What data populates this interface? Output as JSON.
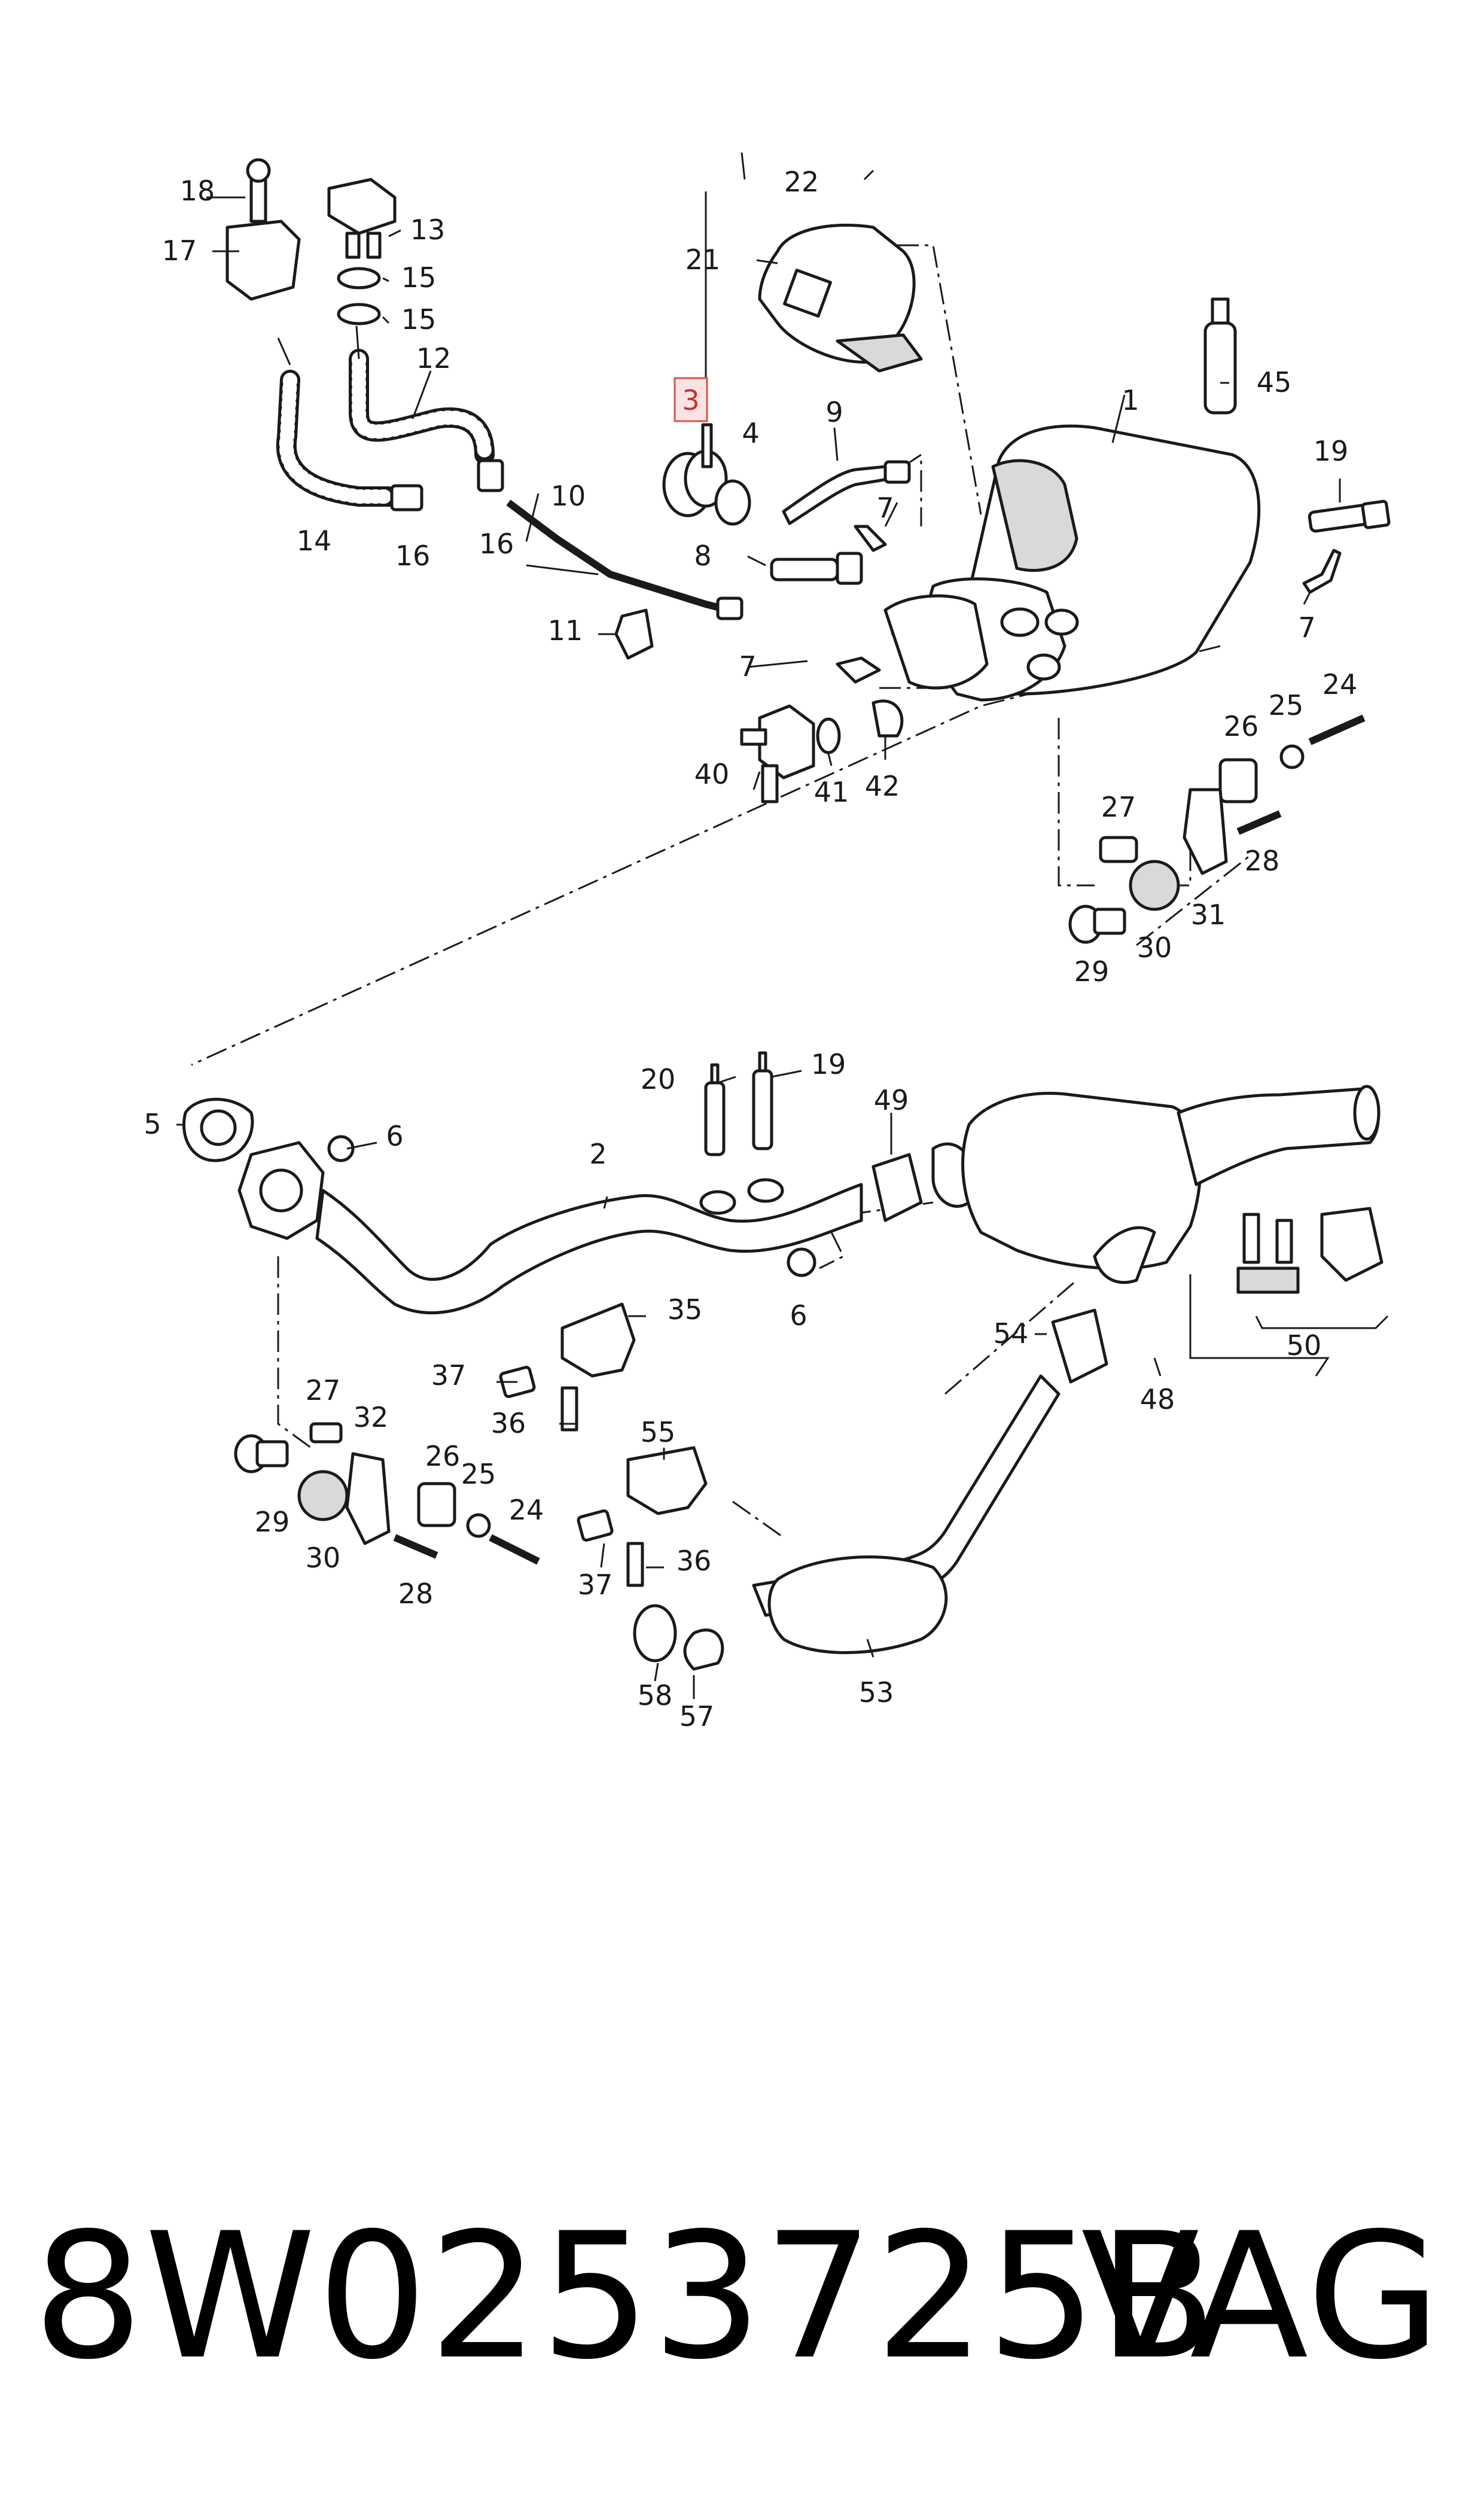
{
  "highlighted_callout": "3",
  "callouts": [
    {
      "id": "c1",
      "label": "1"
    },
    {
      "id": "c2",
      "label": "2"
    },
    {
      "id": "c3",
      "label": "3"
    },
    {
      "id": "c4",
      "label": "4"
    },
    {
      "id": "c5",
      "label": "5"
    },
    {
      "id": "c6a",
      "label": "6"
    },
    {
      "id": "c6b",
      "label": "6"
    },
    {
      "id": "c7a",
      "label": "7"
    },
    {
      "id": "c7b",
      "label": "7"
    },
    {
      "id": "c7c",
      "label": "7"
    },
    {
      "id": "c8",
      "label": "8"
    },
    {
      "id": "c9",
      "label": "9"
    },
    {
      "id": "c10",
      "label": "10"
    },
    {
      "id": "c11",
      "label": "11"
    },
    {
      "id": "c12",
      "label": "12"
    },
    {
      "id": "c13",
      "label": "13"
    },
    {
      "id": "c14",
      "label": "14"
    },
    {
      "id": "c15a",
      "label": "15"
    },
    {
      "id": "c15b",
      "label": "15"
    },
    {
      "id": "c16a",
      "label": "16"
    },
    {
      "id": "c16b",
      "label": "16"
    },
    {
      "id": "c17",
      "label": "17"
    },
    {
      "id": "c18",
      "label": "18"
    },
    {
      "id": "c19a",
      "label": "19"
    },
    {
      "id": "c19b",
      "label": "19"
    },
    {
      "id": "c20",
      "label": "20"
    },
    {
      "id": "c21",
      "label": "21"
    },
    {
      "id": "c22",
      "label": "22"
    },
    {
      "id": "c24a",
      "label": "24"
    },
    {
      "id": "c24b",
      "label": "24"
    },
    {
      "id": "c25a",
      "label": "25"
    },
    {
      "id": "c25b",
      "label": "25"
    },
    {
      "id": "c26a",
      "label": "26"
    },
    {
      "id": "c26b",
      "label": "26"
    },
    {
      "id": "c27a",
      "label": "27"
    },
    {
      "id": "c27b",
      "label": "27"
    },
    {
      "id": "c28a",
      "label": "28"
    },
    {
      "id": "c28b",
      "label": "28"
    },
    {
      "id": "c29a",
      "label": "29"
    },
    {
      "id": "c29b",
      "label": "29"
    },
    {
      "id": "c30a",
      "label": "30"
    },
    {
      "id": "c30b",
      "label": "30"
    },
    {
      "id": "c31",
      "label": "31"
    },
    {
      "id": "c32",
      "label": "32"
    },
    {
      "id": "c35",
      "label": "35"
    },
    {
      "id": "c36a",
      "label": "36"
    },
    {
      "id": "c36b",
      "label": "36"
    },
    {
      "id": "c37a",
      "label": "37"
    },
    {
      "id": "c37b",
      "label": "37"
    },
    {
      "id": "c40",
      "label": "40"
    },
    {
      "id": "c41",
      "label": "41"
    },
    {
      "id": "c42",
      "label": "42"
    },
    {
      "id": "c45",
      "label": "45"
    },
    {
      "id": "c48",
      "label": "48"
    },
    {
      "id": "c49",
      "label": "49"
    },
    {
      "id": "c50",
      "label": "50"
    },
    {
      "id": "c53",
      "label": "53"
    },
    {
      "id": "c54",
      "label": "54"
    },
    {
      "id": "c55",
      "label": "55"
    },
    {
      "id": "c57",
      "label": "57"
    },
    {
      "id": "c58",
      "label": "58"
    }
  ],
  "footer": {
    "part_number": "8W0253725B",
    "brand": "VAG"
  }
}
